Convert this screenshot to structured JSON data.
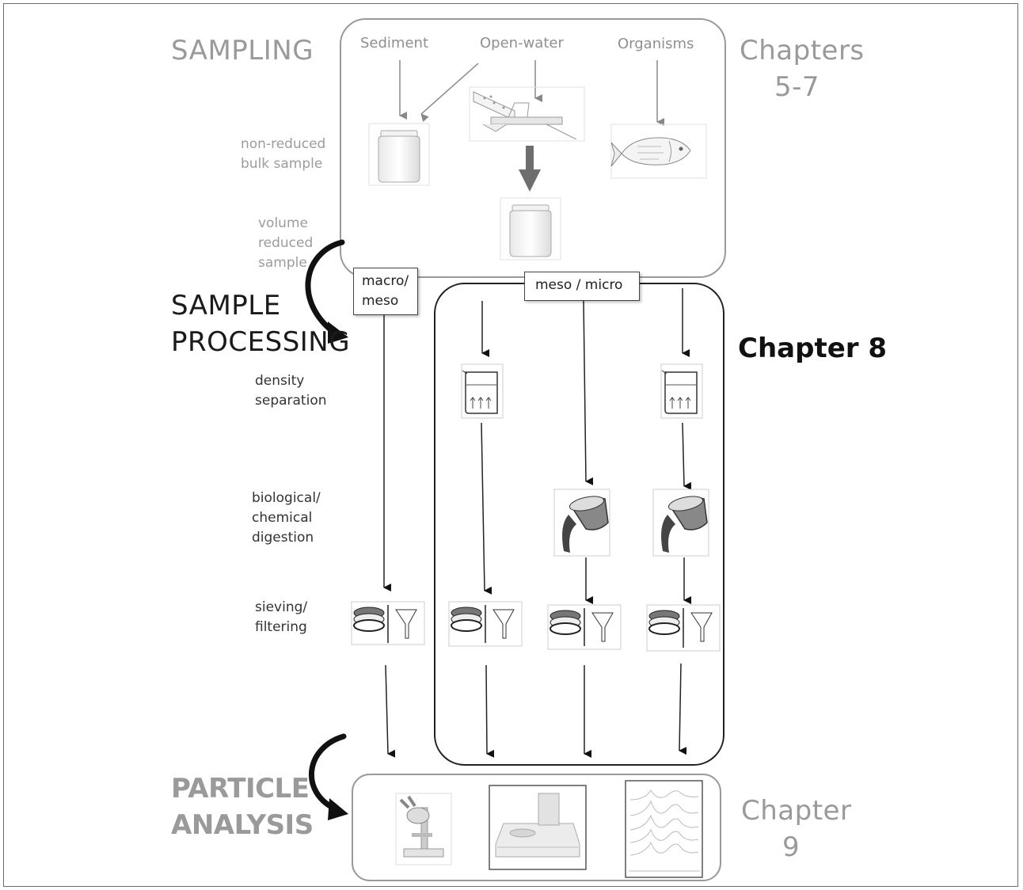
{
  "headings": {
    "sampling": "SAMPLING",
    "sample_processing_line1": "SAMPLE",
    "sample_processing_line2": "PROCESSING",
    "particle_analysis_line1": "PARTICLE",
    "particle_analysis_line2": "ANALYSIS"
  },
  "chapters": {
    "ch57_line1": "Chapters",
    "ch57_line2": "5-7",
    "ch8": "Chapter 8",
    "ch9_line1": "Chapter",
    "ch9_line2": "9"
  },
  "sources": {
    "sediment": "Sediment",
    "open_water": "Open-water",
    "organisms": "Organisms"
  },
  "sample_states": {
    "non_reduced_line1": "non-reduced",
    "non_reduced_line2": "bulk sample",
    "volume_reduced_line1": "volume",
    "volume_reduced_line2": "reduced",
    "volume_reduced_line3": "sample"
  },
  "size_fractions": {
    "macro_meso_line1": "macro/",
    "macro_meso_line2": "meso",
    "meso_micro": "meso / micro"
  },
  "steps": {
    "density_line1": "density",
    "density_line2": "separation",
    "digestion_line1": "biological/",
    "digestion_line2": "chemical",
    "digestion_line3": "digestion",
    "sieving_line1": "sieving/",
    "sieving_line2": "filtering"
  },
  "colors": {
    "grey_text": "#9a9a9a",
    "dark_text": "#1a1a1a",
    "line": "#222222"
  }
}
